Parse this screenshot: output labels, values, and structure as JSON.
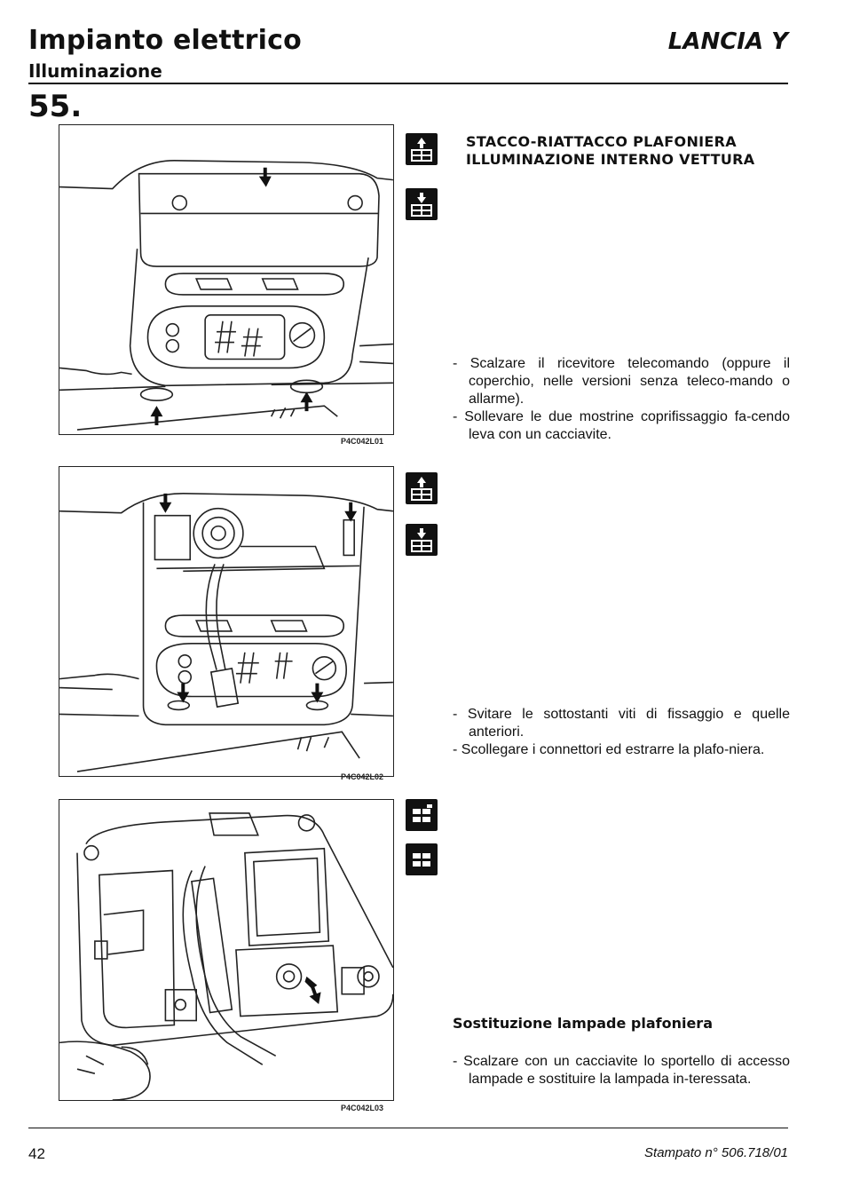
{
  "header": {
    "title": "Impianto elettrico",
    "subtitle": "Illuminazione",
    "brand": "LANCIA Y",
    "page_ref": "55."
  },
  "figures": [
    {
      "code": "P4C042L01"
    },
    {
      "code": "P4C042L02"
    },
    {
      "code": "P4C042L03"
    }
  ],
  "section": {
    "title": "STACCO-RIATTACCO PLAFONIERA ILLUMINAZIONE INTERNO VETTURA",
    "step1": [
      "- Scalzare il ricevitore telecomando (oppure il coperchio, nelle versioni senza teleco-mando o allarme).",
      "- Sollevare le due mostrine coprifissaggio fa-cendo leva con un cacciavite."
    ],
    "step2": [
      "- Svitare le sottostanti viti di fissaggio e quelle anteriori.",
      "- Scollegare i connettori ed estrarre la plafo-niera."
    ]
  },
  "subsection": {
    "title": "Sostituzione lampade plafoniera",
    "text": "- Scalzare con un cacciavite lo sportello di accesso lampade e sostituire la lampada in-teressata."
  },
  "icons": [
    "remove-refit-icon",
    "refit-icon",
    "remove-refit-icon",
    "refit-icon",
    "replace-icon",
    "component-icon"
  ],
  "footer": {
    "page_number": "42",
    "print_ref": "Stampato n° 506.718/01"
  }
}
